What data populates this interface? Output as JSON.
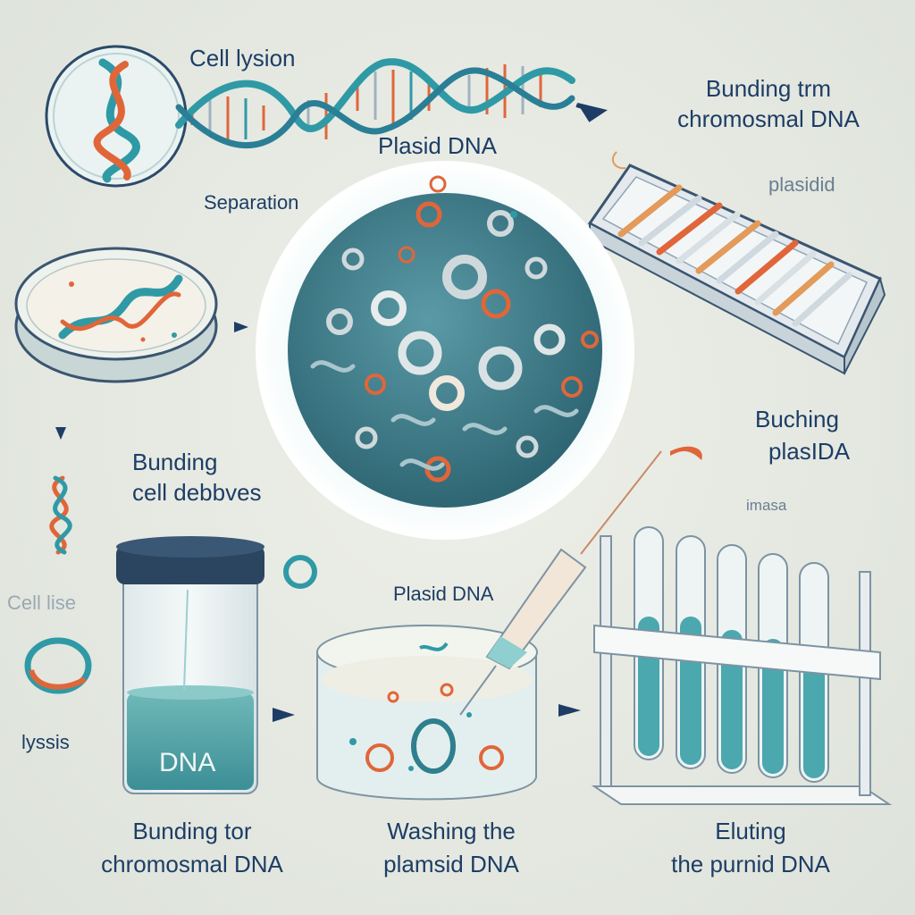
{
  "labels": {
    "cell_lysion": "Cell lysion",
    "plasid_dna_top": "Plasid DNA",
    "bunding_trm_1": "Bunding trm",
    "bunding_trm_2": "chromosmal DNA",
    "plasidid": "plasidid",
    "separation": "Separation",
    "bunding_cell_1": "Bunding",
    "bunding_cell_2": "cell debbves",
    "buching_1": "Buching",
    "buching_2": "plasIDA",
    "imasa": "imasa",
    "cell_lise": "Cell lise",
    "lyssis": "lyssis",
    "plasid_dna_mid": "Plasid DNA",
    "jar_dna": "DNA",
    "caption_left_1": "Bunding tor",
    "caption_left_2": "chromosmal DNA",
    "caption_mid_1": "Washing the",
    "caption_mid_2": "plamsid DNA",
    "caption_right_1": "Eluting",
    "caption_right_2": "the purnid DNA"
  },
  "colors": {
    "teal": "#2f9aa6",
    "orange": "#e0663a",
    "navy": "#1d3d66",
    "blob": "#3f7f8e"
  }
}
